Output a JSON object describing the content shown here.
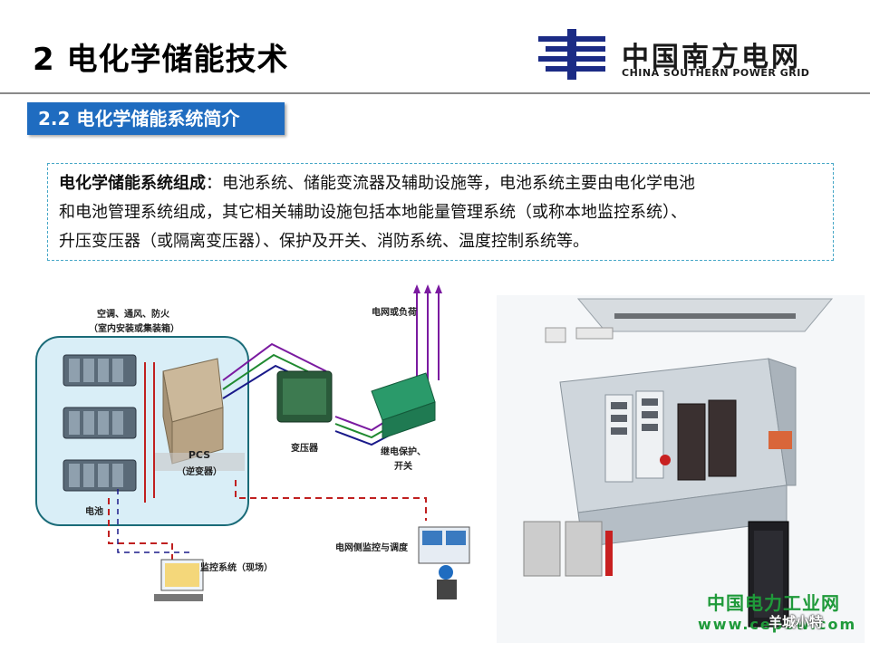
{
  "title": "2 电化学储能技术",
  "logo": {
    "cn": "中国南方电网",
    "en": "CHINA SOUTHERN POWER GRID"
  },
  "section": "2.2 电化学储能系统简介",
  "intro": {
    "lead": "电化学储能系统组成",
    "line1": "：电池系统、储能变流器及辅助设施等，电池系统主要由电化学电池",
    "line2": "和电池管理系统组成，其它相关辅助设施包括本地能量管理系统（或称本地监控系统）、",
    "line3": "升压变压器（或隔离变压器）、保护及开关、消防系统、温度控制系统等。"
  },
  "diagram": {
    "hvac": "空调、通风、防火",
    "enclosure": "（室内安装或集装箱）",
    "pcs": "PCS",
    "inverter": "（逆变器）",
    "transformer": "变压器",
    "relay": "继电保护、",
    "switch": "开关",
    "grid_load": "电网或负荷",
    "battery": "电池",
    "grid_monitor": "电网侧监控与调度",
    "site_monitor": "监控系统（现场）"
  },
  "watermark": {
    "line1": "中国电力工业网",
    "line2": "www.cepow.com",
    "wechat": "羊城小特"
  },
  "colors": {
    "section_bar": "#1f6cc0",
    "accent": "#47a7c7",
    "watermark": "#1f9a3a"
  }
}
